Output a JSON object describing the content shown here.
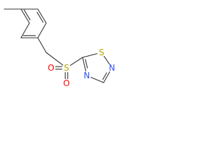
{
  "molecule": {
    "colors": {
      "bond": "#333333",
      "S": "#b5a400",
      "O": "#ff0000",
      "N": "#3050f8"
    },
    "atoms": [
      {
        "id": "c_me",
        "element": "C",
        "label": ""
      },
      {
        "id": "c1",
        "element": "C",
        "label": ""
      },
      {
        "id": "c2",
        "element": "C",
        "label": ""
      },
      {
        "id": "c3",
        "element": "C",
        "label": ""
      },
      {
        "id": "c4",
        "element": "C",
        "label": ""
      },
      {
        "id": "c5",
        "element": "C",
        "label": ""
      },
      {
        "id": "c6",
        "element": "C",
        "label": ""
      },
      {
        "id": "c_ch2",
        "element": "C",
        "label": ""
      },
      {
        "id": "s_sulfonyl",
        "element": "S",
        "label": "S"
      },
      {
        "id": "o_left",
        "element": "O",
        "label": "O"
      },
      {
        "id": "o_bottom",
        "element": "O",
        "label": "O"
      },
      {
        "id": "c5_ring",
        "element": "C",
        "label": ""
      },
      {
        "id": "s_ring",
        "element": "S",
        "label": "S"
      },
      {
        "id": "n2_ring",
        "element": "N",
        "label": "N"
      },
      {
        "id": "c3_ring",
        "element": "C",
        "label": ""
      },
      {
        "id": "n4_ring",
        "element": "N",
        "label": "N"
      }
    ],
    "bonds": [
      {
        "a": "c_me",
        "b": "c1",
        "order": 1
      },
      {
        "a": "c1",
        "b": "c2",
        "order": 2
      },
      {
        "a": "c2",
        "b": "c3",
        "order": 1
      },
      {
        "a": "c3",
        "b": "c4",
        "order": 2
      },
      {
        "a": "c4",
        "b": "c5",
        "order": 1
      },
      {
        "a": "c5",
        "b": "c6",
        "order": 2
      },
      {
        "a": "c6",
        "b": "c1",
        "order": 1
      },
      {
        "a": "c4",
        "b": "c_ch2",
        "order": 1
      },
      {
        "a": "c_ch2",
        "b": "s_sulfonyl",
        "order": 1
      },
      {
        "a": "s_sulfonyl",
        "b": "o_left",
        "order": 2
      },
      {
        "a": "s_sulfonyl",
        "b": "o_bottom",
        "order": 2
      },
      {
        "a": "s_sulfonyl",
        "b": "c5_ring",
        "order": 1
      },
      {
        "a": "c5_ring",
        "b": "s_ring",
        "order": 1
      },
      {
        "a": "s_ring",
        "b": "n2_ring",
        "order": 1
      },
      {
        "a": "n2_ring",
        "b": "c3_ring",
        "order": 2
      },
      {
        "a": "c3_ring",
        "b": "n4_ring",
        "order": 1
      },
      {
        "a": "n4_ring",
        "b": "c5_ring",
        "order": 2
      }
    ]
  }
}
